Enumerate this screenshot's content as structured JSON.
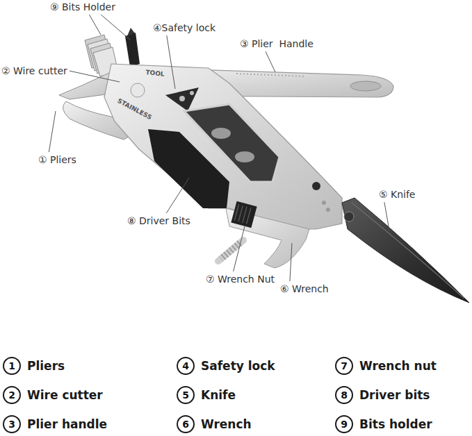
{
  "diagram": {
    "nodes": [
      {
        "text": [
          "1",
          "Pliers"
        ]
      },
      {
        "text": [
          "4",
          "Safety lock"
        ]
      },
      {
        "text": [
          "7",
          "Wrench nut"
        ]
      },
      {
        "text": [
          "2",
          "Wire cutter"
        ]
      },
      {
        "text": [
          "5",
          "Knife"
        ]
      },
      {
        "text": [
          "8",
          "Driver bits"
        ]
      },
      {
        "text": [
          "3",
          "Plier handle"
        ]
      },
      {
        "text": [
          "6",
          "Wrench"
        ]
      },
      {
        "text": [
          "9",
          "Bits holder"
        ]
      }
    ],
    "labels": [
      "⑨ Bits Holder",
      "④Safety lock",
      "③ Plier  Handle",
      "TOOL",
      "② Wire cutter",
      "STAINLESS",
      "① Pliers",
      "⑤ Knife",
      "⑧ Driver Bits",
      "⑦ Wrench Nut",
      "⑥ Wrench"
    ]
  }
}
